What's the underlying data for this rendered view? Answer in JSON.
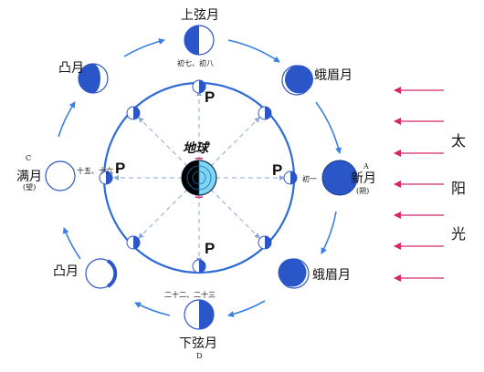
{
  "phases": {
    "first_quarter": {
      "label": "上弦月",
      "days": "初七、初八"
    },
    "waxing_gibbous": {
      "label": "凸月"
    },
    "waxing_crescent": {
      "label": "蛾眉月"
    },
    "full_moon": {
      "marker": "C",
      "label": "满月",
      "note": "(望)",
      "days": "十五、十六"
    },
    "new_moon": {
      "marker": "A",
      "label": "新月",
      "note": "(朔)",
      "days": "初一"
    },
    "waning_gibbous": {
      "label": "凸月"
    },
    "waning_crescent": {
      "label": "蛾眉月"
    },
    "last_quarter": {
      "marker": "D",
      "label": "下弦月",
      "days": "二十二、二十三"
    }
  },
  "earth_label": "地球",
  "orbit_point_label": "P",
  "sunlight": {
    "chars": [
      "太",
      "阳",
      "光"
    ]
  },
  "colors": {
    "moon_blue": "#2a56c8",
    "orbit_blue": "#2f6bd6",
    "arrow_blue": "#3a7fe0",
    "sunlight_arrow": "#d4286a",
    "earth_water": "#7fd6f2",
    "earth_night": "#000000"
  }
}
